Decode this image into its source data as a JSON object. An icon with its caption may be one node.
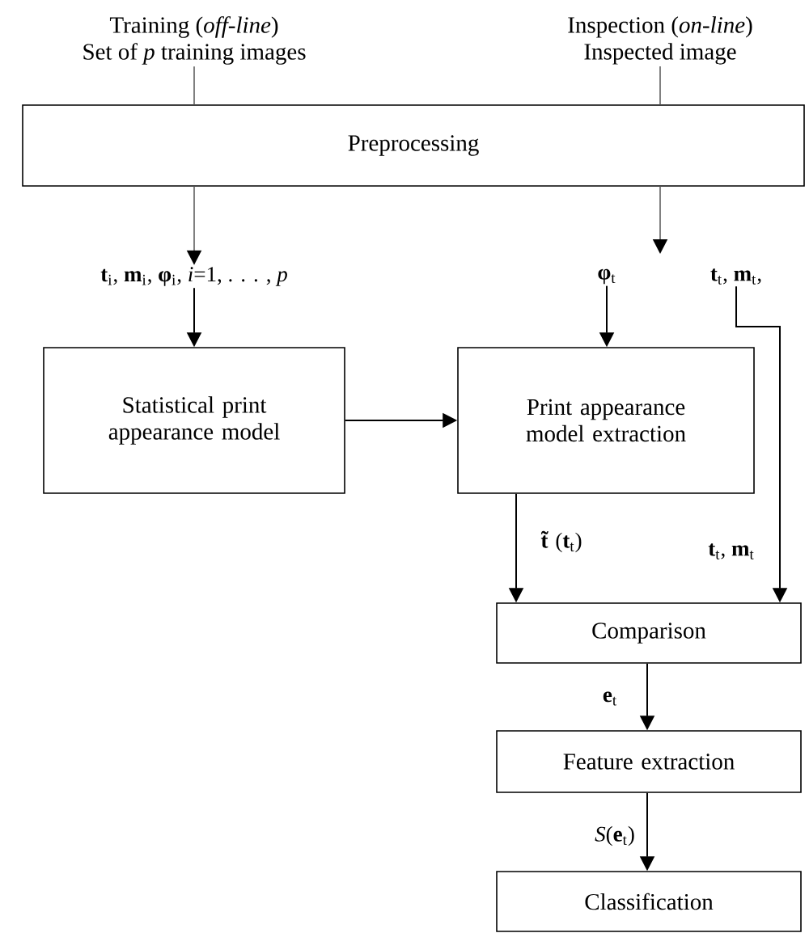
{
  "diagram": {
    "nodes": [
      {
        "text": [
          "Training (*off-line*)",
          "Set of *p* training images"
        ]
      },
      {
        "text": [
          "Inspection (*on-line*)",
          "Inspected image"
        ]
      },
      {
        "text": [
          "Preprocessing"
        ]
      },
      {
        "text": [
          "**t**$_{i}$, **m**$_{i}$, **φ**$_{i}$, *i*=1, . . . , *p*"
        ]
      },
      {
        "text": [
          "**φ**$_{t}$"
        ]
      },
      {
        "text": [
          "**t**$_{t}$, **m**$_{t}$,"
        ]
      },
      {
        "text": [
          "Statistical print appearance model"
        ]
      },
      {
        "text": [
          "Print appearance model extraction"
        ]
      },
      {
        "text": [
          "Comparison"
        ]
      },
      {
        "text": [
          "Feature extraction"
        ]
      },
      {
        "text": [
          "Classification"
        ]
      }
    ],
    "edges": [
      {
        "from": 0,
        "to": 2,
        "arrow": "none",
        "color": "#808080"
      },
      {
        "from": 2,
        "to": 3,
        "arrow": "to",
        "color": "#808080"
      },
      {
        "from": 1,
        "to": 2,
        "arrow": "none",
        "color": "#808080"
      },
      {
        "from": 2,
        "to": null,
        "arrow": "to",
        "color": "#808080"
      },
      {
        "from": 3,
        "to": 6,
        "arrow": "to"
      },
      {
        "from": 4,
        "to": 7,
        "arrow": "to"
      },
      {
        "from": 6,
        "to": 7,
        "arrow": "to"
      },
      {
        "from": 5,
        "to": 8,
        "arrow": "to",
        "label": "**t**$_{t}$, **m**$_{t}$"
      },
      {
        "from": 7,
        "to": 8,
        "arrow": "to",
        "label": "**t̃**(**t**$_{t}$)"
      },
      {
        "from": 8,
        "to": 9,
        "arrow": "to",
        "label": "**e**$_{t}$"
      },
      {
        "from": 9,
        "to": 10,
        "arrow": "to",
        "label": "*S*(**e**$_{t}$)"
      }
    ]
  }
}
